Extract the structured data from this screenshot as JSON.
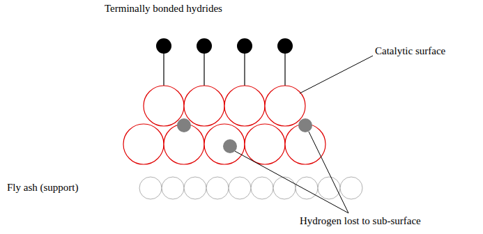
{
  "diagram": {
    "labels": [
      "Terminally bonded hydrides",
      "Catalytic surface",
      "Fly ash (support)",
      "Hydrogen lost to sub-surface"
    ]
  }
}
